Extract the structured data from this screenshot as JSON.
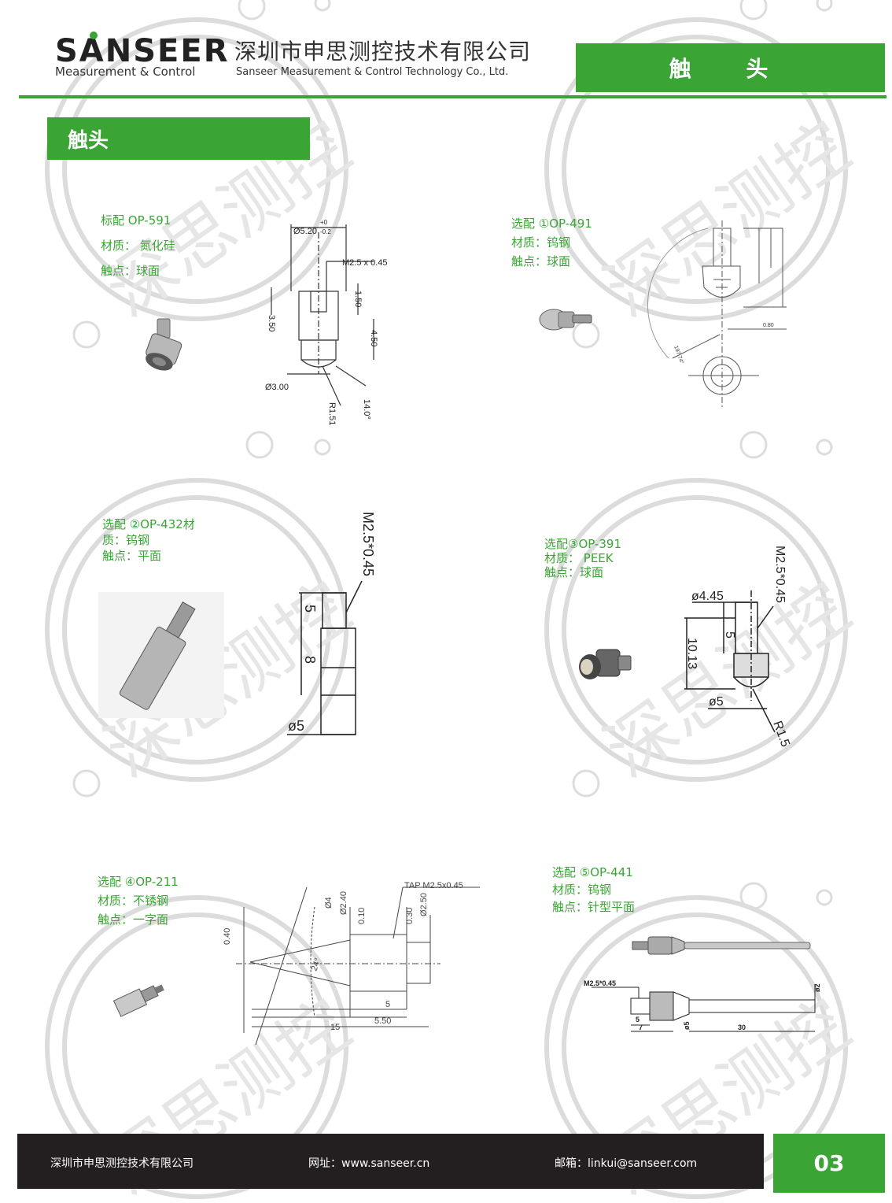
{
  "header": {
    "logo_text": "SANSEER",
    "logo_sub": "Measurement & Control",
    "company_cn": "深圳市申思测控技术有限公司",
    "company_en": "Sanseer Measurement & Control Technology Co., Ltd.",
    "tab_label": "触 头"
  },
  "section": {
    "title": "触头"
  },
  "watermark": "深思测控",
  "products": [
    {
      "line1": "标配 OP-591",
      "line2": "材质： 氮化硅",
      "line3": "触点：球面",
      "dims": {
        "d_top": "Ø5.20",
        "tol_hi": "+0",
        "tol_lo": "-0.2",
        "thread": "M2.5 x 0.45",
        "h1": "3.50",
        "h2": "1.50",
        "h3": "4.50",
        "d_ball": "Ø3.00",
        "r": "R1.51",
        "angle": "14.0°"
      }
    },
    {
      "line1": "选配 ①OP-491",
      "line2": "材质：钨钢",
      "line3": "触点：球面",
      "dims": {
        "v1": "0.80",
        "angle": "197.74°"
      }
    },
    {
      "line1": "选配 ②OP-432材",
      "line2": "质：钨钢",
      "line3": "触点：平面",
      "dims": {
        "thread": "M2.5*0.45",
        "h1": "5",
        "h2": "8",
        "d": "ø5"
      }
    },
    {
      "line1": "选配③OP-391",
      "line2": "材质： PEEK",
      "line3": "触点：球面",
      "dims": {
        "thread": "M2.5*0.45",
        "d_top": "ø4.45",
        "h1": "5",
        "h_total": "10.13",
        "d": "ø5",
        "r": "R1.5"
      }
    },
    {
      "line1": "选配 ④OP-211",
      "line2": "材质：不锈钢",
      "line3": "触点：一字面",
      "dims": {
        "tap": "TAP M2.5x0.45",
        "d4": "Ø4",
        "d240": "Ø2.40",
        "v010": "0.10",
        "v030": "0.30",
        "d250": "Ø2.50",
        "v040": "0.40",
        "a24": "24°",
        "l5": "5",
        "l550": "5.50",
        "l15": "15"
      }
    },
    {
      "line1": "选配 ⑤OP-441",
      "line2": "材质：钨钢",
      "line3": "触点：针型平面",
      "dims": {
        "thread": "M2.5*0.45",
        "l5": "5",
        "l7": "7",
        "d5": "ø5",
        "l30": "30",
        "d2": "ø2"
      }
    }
  ],
  "footer": {
    "company": "深圳市申思测控技术有限公司",
    "website": "网址：www.sanseer.cn",
    "email": "邮箱：linkui@sanseer.com",
    "page": "03"
  },
  "colors": {
    "brand_green": "#3aa535",
    "footer_dark": "#231f20"
  }
}
